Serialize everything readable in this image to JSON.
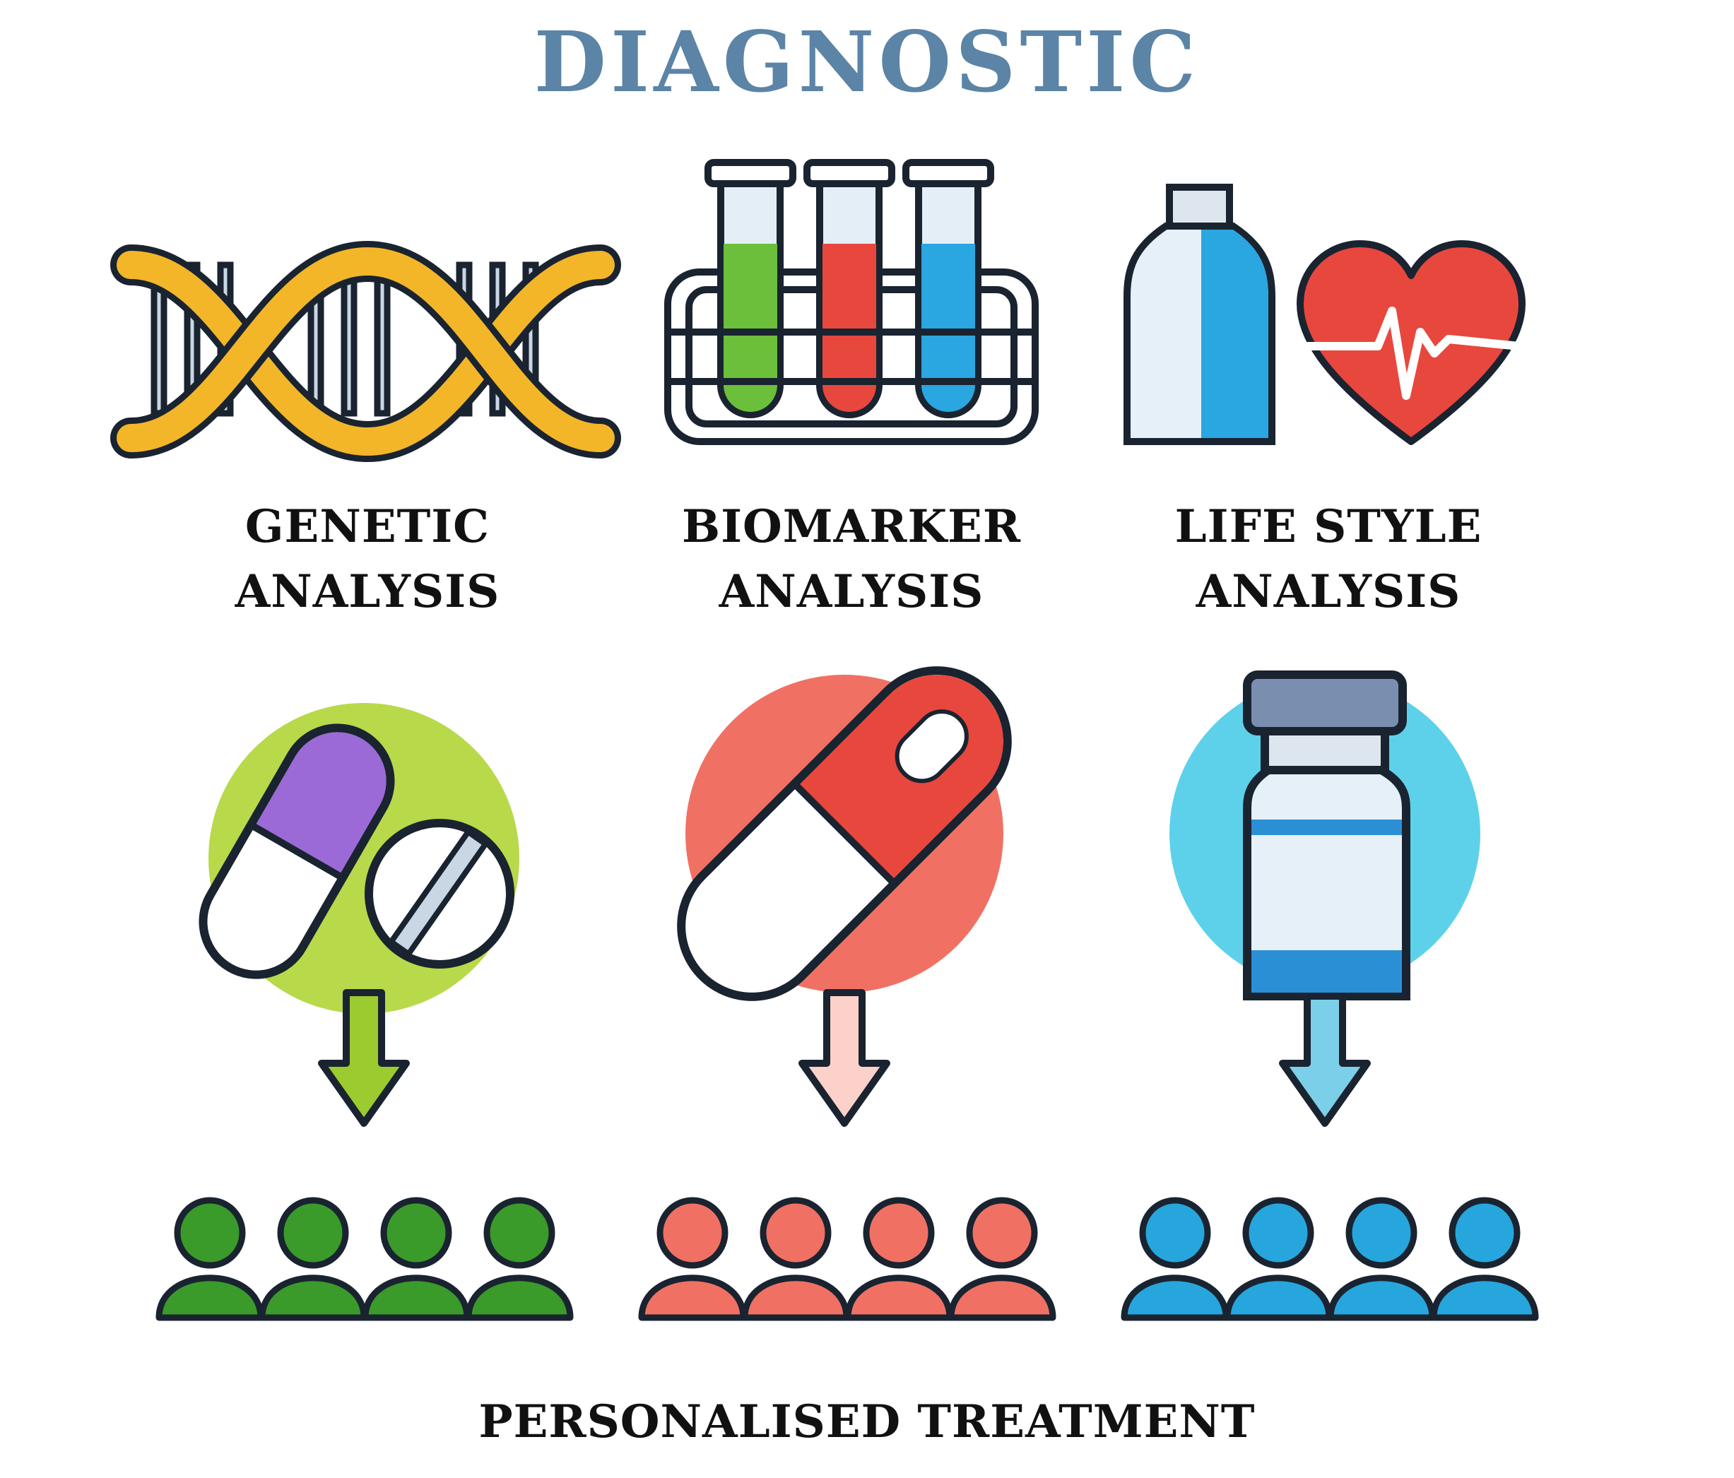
{
  "title": "DIAGNOSTIC",
  "columns": [
    {
      "label_line1": "GENETIC",
      "label_line2": "ANALYSIS",
      "color": "#3a9a2a"
    },
    {
      "label_line1": "BIOMARKER",
      "label_line2": "ANALYSIS",
      "color": "#f07163"
    },
    {
      "label_line1": "LIFE STYLE",
      "label_line2": "ANALYSIS",
      "color": "#26a6dc"
    }
  ],
  "footer": "PERSONALISED TREATMENT",
  "colors": {
    "title": "#5b84a6",
    "dna_strand": "#f2b628",
    "tube_green": "#6bbf3a",
    "tube_red": "#e8473e",
    "tube_blue": "#2aa6e0",
    "heart": "#e8473e",
    "pill_circle_green": "#b8d94a",
    "pill_purple": "#9b6ad6",
    "capsule_red": "#e8473e",
    "vial_circle": "#5ed1ea",
    "vial_blue": "#2b8fd6"
  },
  "icons": [
    "dna-icon",
    "test-tubes-icon",
    "water-bottle-icon",
    "heart-rate-icon",
    "pills-icon",
    "capsule-icon",
    "vial-icon",
    "arrow-down-icon",
    "people-group-icon"
  ]
}
